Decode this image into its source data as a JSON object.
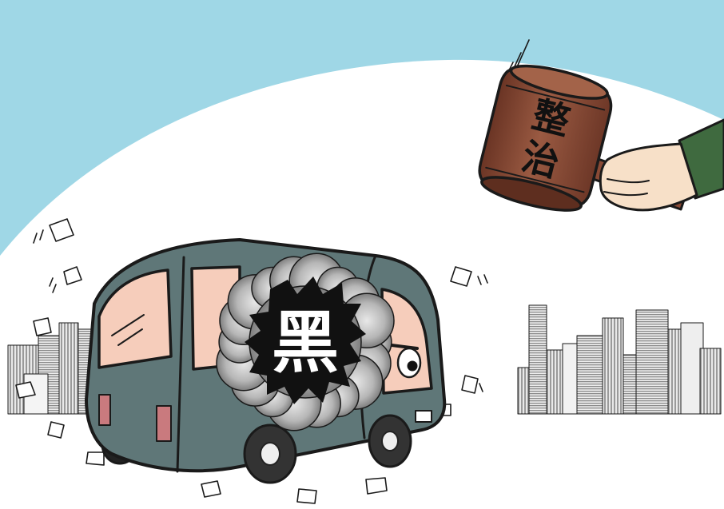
{
  "illustration": {
    "subject": "cartoon-minibus-with-gavel",
    "gavel_text": [
      "整",
      "治"
    ],
    "bus_emblem_char": "黑"
  },
  "colors": {
    "sky": "#9fd7e6",
    "hill": "#ffffff",
    "bus_body": "#5f7778",
    "bus_window": "#f6cdbb",
    "gavel_wood": "#8a4a35",
    "sleeve": "#3f6a3f",
    "skin": "#f7e0c8",
    "smoke": "#8c8c8c",
    "emblem_bg": "#111111"
  }
}
